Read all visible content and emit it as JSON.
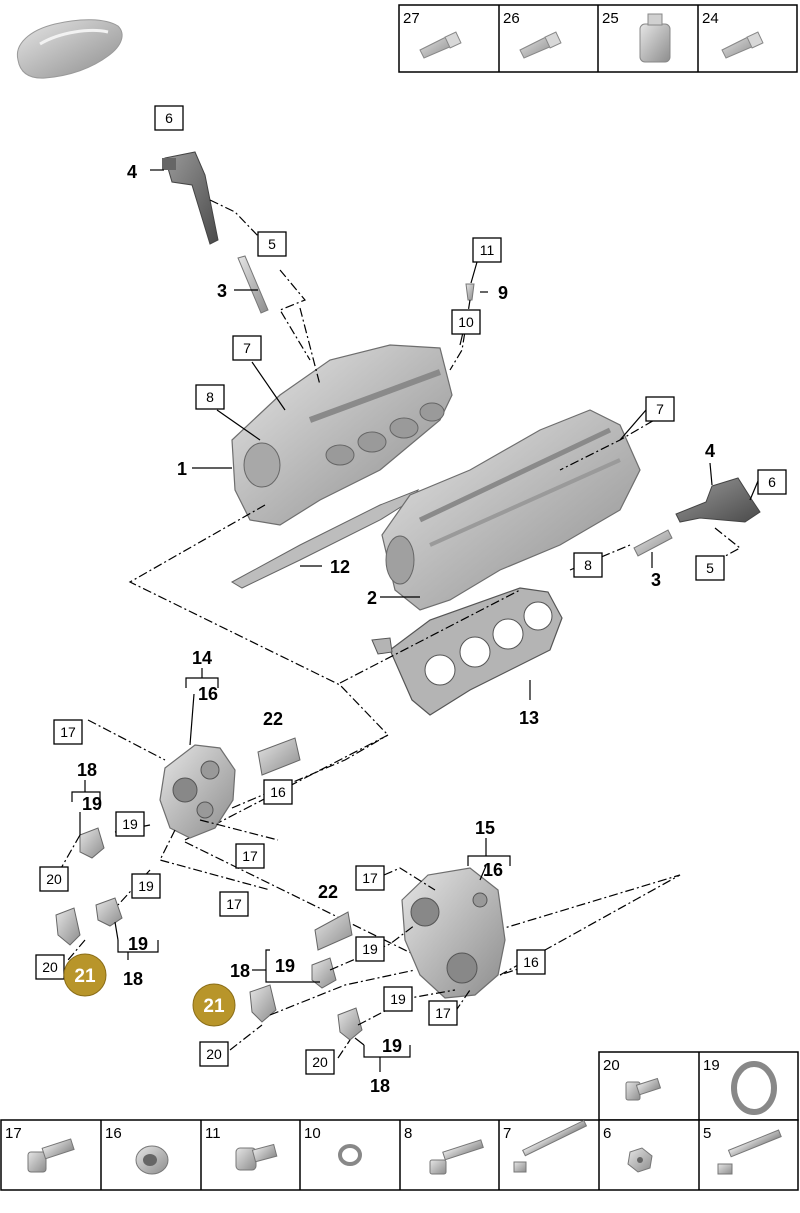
{
  "top_table": [
    "27",
    "26",
    "25",
    "24"
  ],
  "bottom_table_upper": [
    "20",
    "19"
  ],
  "bottom_table": [
    "17",
    "16",
    "11",
    "10",
    "8",
    "7",
    "6",
    "5"
  ],
  "callouts": {
    "boxed": {
      "b6a": "6",
      "b5a": "5",
      "b11": "11",
      "b10": "10",
      "b7a": "7",
      "b8a": "8",
      "b7b": "7",
      "b6b": "6",
      "b5b": "5",
      "b8b": "8",
      "b17a": "17",
      "b16a": "16",
      "b19a": "19",
      "b17b": "17",
      "b17c": "17",
      "b20a": "20",
      "b19b": "19",
      "b20b": "20",
      "b17d": "17",
      "b19c": "19",
      "b19d": "19",
      "b16b": "16",
      "b17e": "17",
      "b20c": "20",
      "b20d": "20"
    },
    "bold": {
      "n4a": "4",
      "n3a": "3",
      "n9": "9",
      "n1": "1",
      "n12": "12",
      "n2": "2",
      "n4b": "4",
      "n3b": "3",
      "n13": "13",
      "n14": "14",
      "n16a": "16",
      "n22a": "22",
      "n18a": "18",
      "n19a": "19",
      "n19b": "19",
      "n18b": "18",
      "n15": "15",
      "n16b": "16",
      "n22b": "22",
      "n18c": "18",
      "n19c": "19",
      "n19d": "19",
      "n18d": "18"
    },
    "badges": {
      "c21a": "21",
      "c21b": "21"
    }
  },
  "colors": {
    "badge": "#b8952a",
    "part_fill": "#c8c8c8",
    "part_stroke": "#777777"
  }
}
